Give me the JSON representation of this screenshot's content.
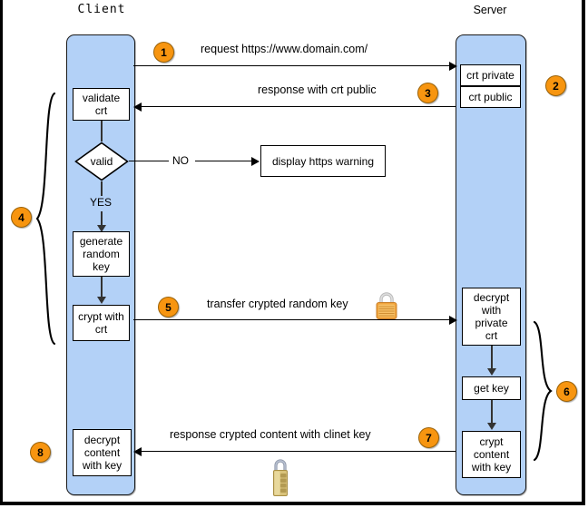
{
  "diagram": {
    "title": "HTTPS handshake sequence diagram",
    "colors": {
      "lifeline_fill": "#b3d1f7",
      "lifeline_stroke": "#1a1a1a",
      "step_badge": "#f79510",
      "step_badge_stroke": "#9a6208",
      "box_fill": "#ffffff",
      "box_stroke": "#000000",
      "frame": "#000000"
    },
    "actors": {
      "client": "Client",
      "server": "Server"
    },
    "client_steps": [
      {
        "id": "validate-crt",
        "label": "validate\ncrt",
        "lines": [
          "validate",
          "crt"
        ]
      },
      {
        "id": "valid-decision",
        "label": "valid",
        "lines": [
          "valid"
        ]
      },
      {
        "id": "generate-random-key",
        "label": "generate random key",
        "lines": [
          "generate",
          "random",
          "key"
        ]
      },
      {
        "id": "crypt-with-crt",
        "label": "crypt with crt",
        "lines": [
          "crypt with",
          "crt"
        ]
      },
      {
        "id": "decrypt-content-with-key",
        "label": "decrypt content with key",
        "lines": [
          "decrypt",
          "content",
          "with key"
        ]
      }
    ],
    "server_steps": [
      {
        "id": "crt-private",
        "label": "crt private",
        "lines": [
          "crt private"
        ]
      },
      {
        "id": "crt-public",
        "label": "crt public",
        "lines": [
          "crt public"
        ]
      },
      {
        "id": "decrypt-with-private-crt",
        "label": "decrypt with private crt",
        "lines": [
          "decrypt",
          "with",
          "private",
          "crt"
        ]
      },
      {
        "id": "get-key",
        "label": "get key",
        "lines": [
          "get key"
        ]
      },
      {
        "id": "crypt-content-with-key",
        "label": "crypt content with key",
        "lines": [
          "crypt",
          "content",
          "with key"
        ]
      }
    ],
    "external_boxes": [
      {
        "id": "display-https-warning",
        "label": "display https warning"
      }
    ],
    "branch_labels": {
      "no": "NO",
      "yes": "YES"
    },
    "messages": [
      {
        "id": "m1",
        "step": "1",
        "text": "request https://www.domain.com/",
        "direction": "client-to-server"
      },
      {
        "id": "m2",
        "step": "3",
        "text": "response with crt public",
        "direction": "server-to-client"
      },
      {
        "id": "m3",
        "step": "5",
        "text": "transfer crypted random key",
        "direction": "client-to-server",
        "icon": "padlock-icon"
      },
      {
        "id": "m4",
        "step": "7",
        "text": "response crypted content with clinet key",
        "direction": "server-to-client",
        "icon": "padlock-icon"
      }
    ],
    "step_badges": [
      {
        "id": "badge-1",
        "value": "1"
      },
      {
        "id": "badge-2",
        "value": "2"
      },
      {
        "id": "badge-3",
        "value": "3"
      },
      {
        "id": "badge-4",
        "value": "4"
      },
      {
        "id": "badge-5",
        "value": "5"
      },
      {
        "id": "badge-6",
        "value": "6"
      },
      {
        "id": "badge-7",
        "value": "7"
      },
      {
        "id": "badge-8",
        "value": "8"
      }
    ],
    "icons": {
      "padlock_top": "padlock-icon",
      "padlock_bottom": "combination-padlock-icon"
    }
  }
}
